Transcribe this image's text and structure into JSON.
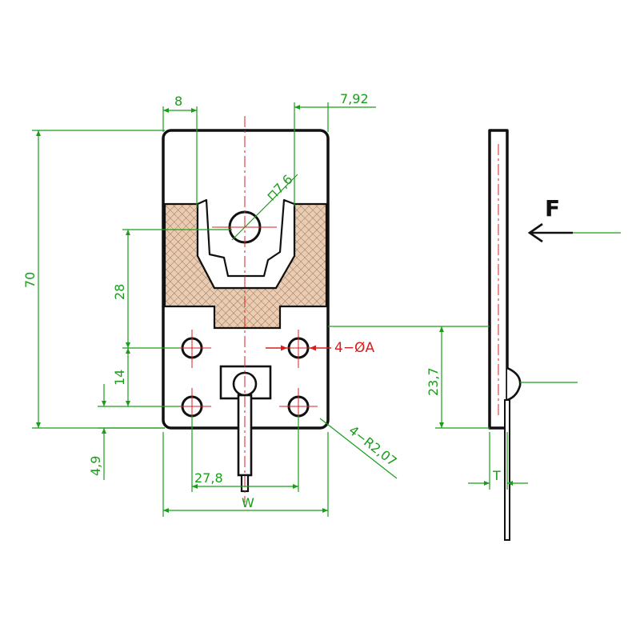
{
  "dimensions": {
    "top_left_width": "8",
    "top_right_offset": "7,92",
    "overall_height": "70",
    "hole_circle": "⊓7,6",
    "upper_spacing": "28",
    "lower_spacing": "14",
    "bottom_offset": "4,9",
    "hole_pitch": "27,8",
    "width": "W",
    "holes_callout": "4−ØA",
    "corner_radius": "4−R2,07",
    "side_height": "23,7",
    "thickness": "T"
  },
  "force_label": "F",
  "colors": {
    "dimension": "#1a9e1a",
    "centerline": "#d42020",
    "outline": "#111111",
    "hatch": "#c9a07a"
  }
}
